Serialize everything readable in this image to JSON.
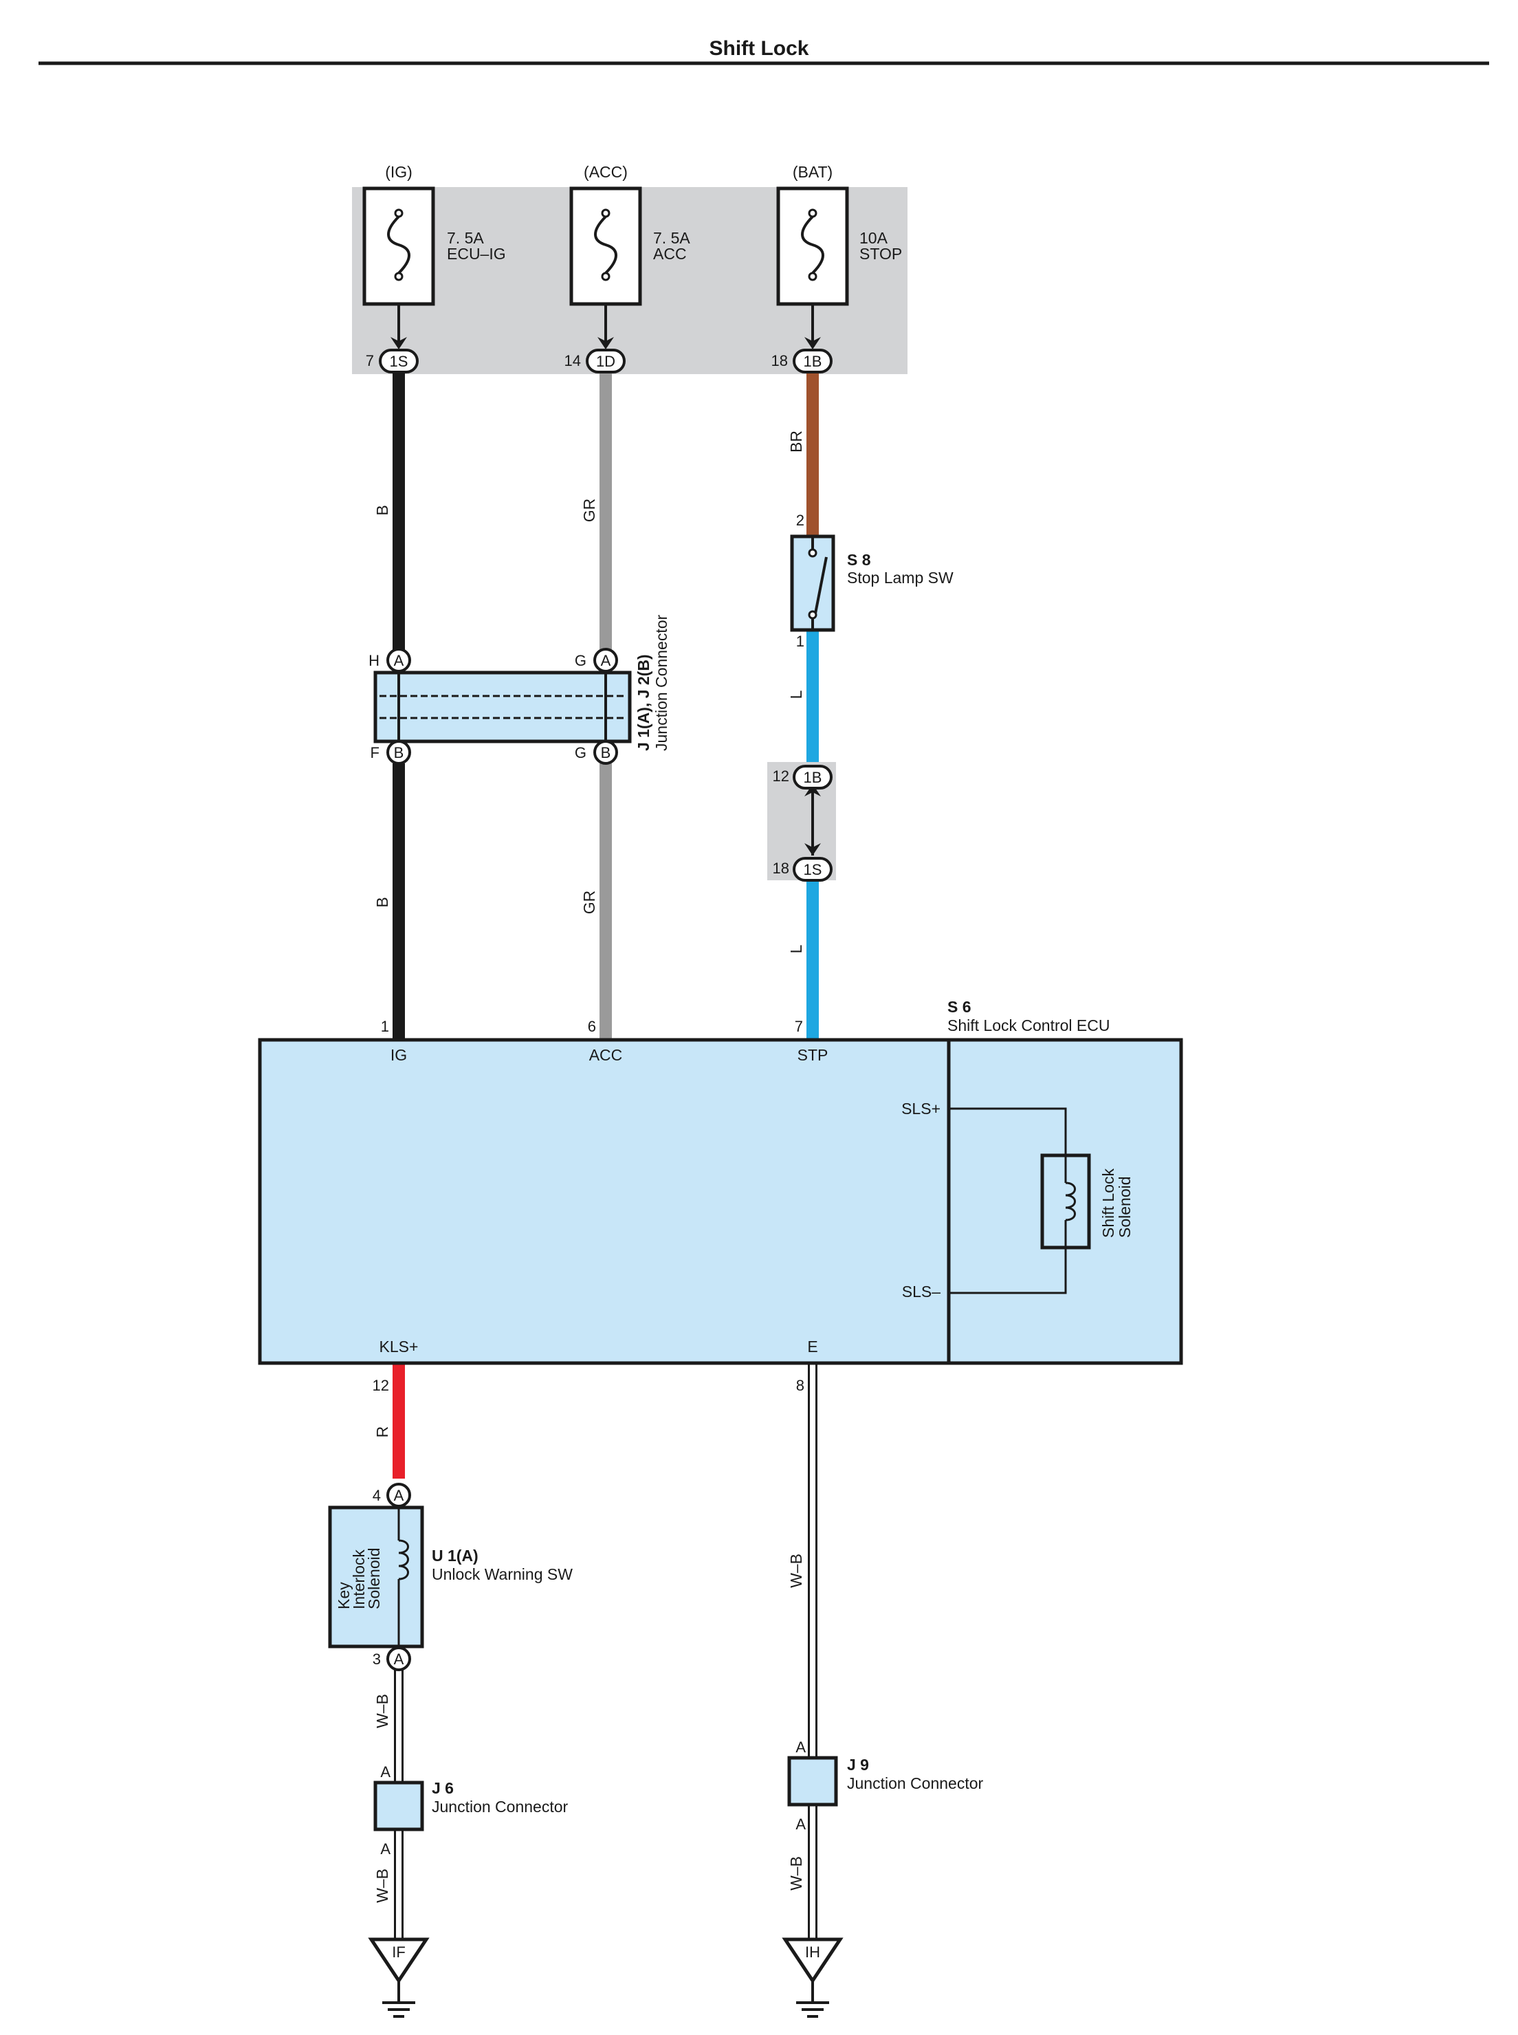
{
  "title": "Shift Lock",
  "fuses": [
    {
      "source": "(IG)",
      "rating": "7. 5A",
      "name": "ECU–IG",
      "pin": "7",
      "connector": "1S"
    },
    {
      "source": "(ACC)",
      "rating": "7. 5A",
      "name": "ACC",
      "pin": "14",
      "connector": "1D"
    },
    {
      "source": "(BAT)",
      "rating": "10A",
      "name": "STOP",
      "pin": "18",
      "connector": "1B"
    }
  ],
  "wires": {
    "ig_upper": "B",
    "ig_lower": "B",
    "acc_upper": "GR",
    "acc_lower": "GR",
    "stop_upper": "BR",
    "stop_mid": "L",
    "stop_lower": "L",
    "kls": "R",
    "key_lower": "W–B",
    "j6_lower": "W–B",
    "e_upper": "W–B",
    "j9_lower": "W–B"
  },
  "wire_colors": {
    "B": "#1a1a1a",
    "GR": "#9a9a9a",
    "BR": "#a0522d",
    "L": "#1ea7e1",
    "R": "#e8202a",
    "W–B": "#ffffff"
  },
  "stop_lamp_sw": {
    "id": "S 8",
    "name": "Stop Lamp SW",
    "pin_top": "2",
    "pin_bottom": "1"
  },
  "junction_j1j2": {
    "id": "J 1(A), J 2(B)",
    "name": "Junction Connector",
    "pin_h": "H",
    "pin_g_top": "G",
    "pin_f": "F",
    "pin_g_bottom": "G",
    "conn_a": "A",
    "conn_b": "B"
  },
  "inline_connector": {
    "pin_top": "12",
    "conn_top": "1B",
    "pin_bottom": "18",
    "conn_bottom": "1S"
  },
  "ecu": {
    "id": "S 6",
    "name": "Shift Lock Control ECU",
    "pin_ig": "1",
    "term_ig": "IG",
    "pin_acc": "6",
    "term_acc": "ACC",
    "pin_stp": "7",
    "term_stp": "STP",
    "term_sls_plus": "SLS+",
    "term_sls_minus": "SLS–",
    "term_kls": "KLS+",
    "pin_kls": "12",
    "term_e": "E",
    "pin_e": "8",
    "solenoid_line1": "Shift Lock",
    "solenoid_line2": "Solenoid"
  },
  "unlock_sw": {
    "id": "U 1(A)",
    "name": "Unlock Warning SW",
    "pin_top": "4",
    "pin_bottom": "3",
    "conn": "A",
    "label_line1": "Key",
    "label_line2": "Interlock",
    "label_line3": "Solenoid"
  },
  "j6": {
    "id": "J 6",
    "name": "Junction Connector",
    "pin_top": "A",
    "pin_bottom": "A"
  },
  "j9": {
    "id": "J 9",
    "name": "Junction Connector",
    "pin_top": "A",
    "pin_bottom": "A"
  },
  "grounds": {
    "left": "IF",
    "right": "IH"
  },
  "colors": {
    "component_fill": "#c8e6f8",
    "fuse_box_fill": "#d2d3d5",
    "outline": "#1a1a1a"
  }
}
